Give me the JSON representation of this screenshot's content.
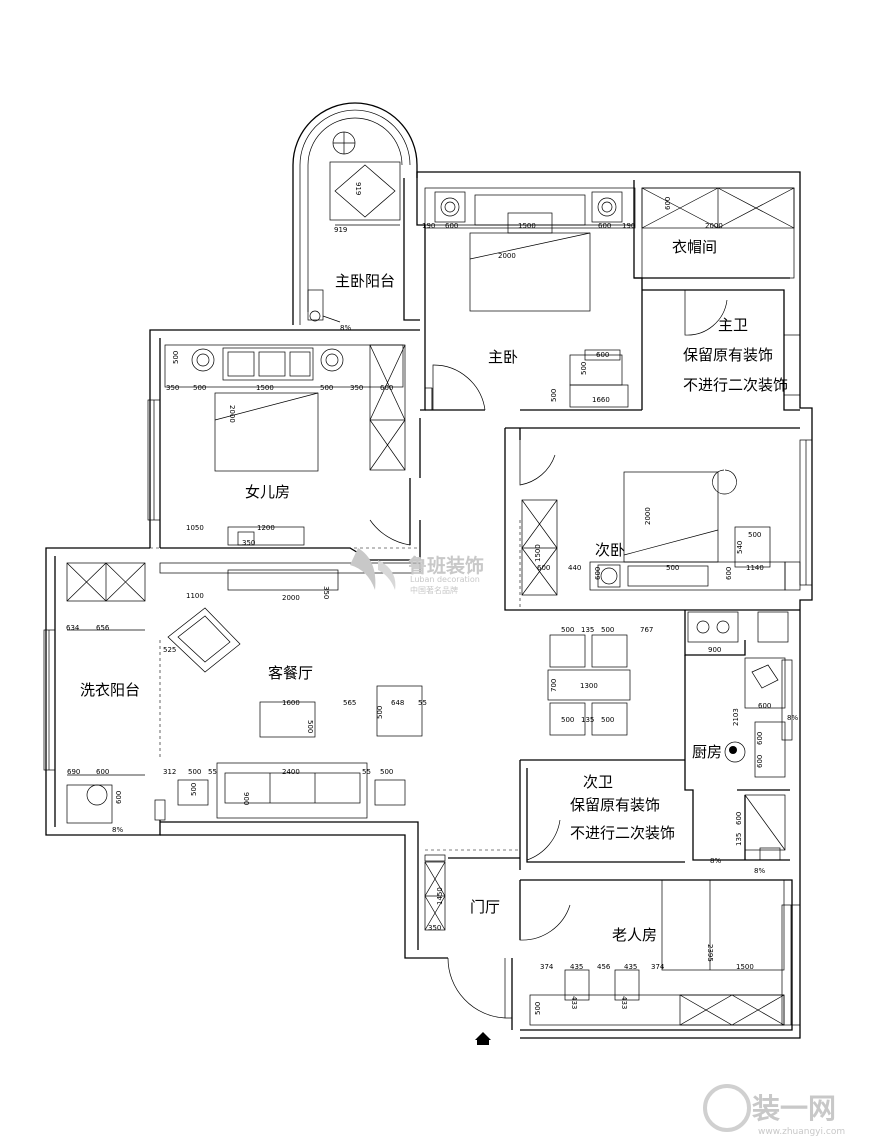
{
  "rooms": {
    "master_balcony": "主卧阳台",
    "master_bedroom": "主卧",
    "cloakroom": "衣帽间",
    "master_bath": [
      "主卫",
      "保留原有装饰",
      "不进行二次装饰"
    ],
    "daughter_room": "女儿房",
    "second_bedroom": "次卧",
    "living_dining": "客餐厅",
    "laundry_balcony": "洗衣阳台",
    "kitchen": "厨房",
    "second_bath": [
      "次卫",
      "保留原有装饰",
      "不进行二次装饰"
    ],
    "foyer": "门厅",
    "elder_room": "老人房"
  },
  "dimensions": {
    "balcony_919a": "919",
    "balcony_919b": "919",
    "mb_190a": "190",
    "mb_600a": "600",
    "mb_1500": "1500",
    "mb_600b": "600",
    "mb_190b": "190",
    "mb_2000v": "2000",
    "mb_desk_600": "600",
    "mb_desk_500": "500",
    "mb_500": "500",
    "mb_1660": "1660",
    "cloak_600": "600",
    "cloak_2000": "2000",
    "dr_500v": "500",
    "dr_350a": "350",
    "dr_500a": "500",
    "dr_1500": "1500",
    "dr_500b": "500",
    "dr_350b": "350",
    "dr_600": "600",
    "dr_2000v": "2000",
    "dr_1050": "1050",
    "dr_1200": "1200",
    "dr_350c": "350",
    "sb_1500v": "1500",
    "sb_600a": "600",
    "sb_440": "440",
    "sb_600b": "600",
    "sb_500": "500",
    "sb_600c": "600",
    "sb_1140": "1140",
    "sb_2000v": "2000",
    "sb_540": "540",
    "sb_500b": "500",
    "lr_1100": "1100",
    "lr_2000": "2000",
    "lr_350": "350",
    "lr_1600": "1600",
    "lr_500": "500",
    "lr_565": "565",
    "lr_500b": "500",
    "lr_648": "648",
    "lr_55": "55",
    "lr_312": "312",
    "lr_500c": "500",
    "lr_55b": "55",
    "lr_2400": "2400",
    "lr_900": "900",
    "lr_55c": "55",
    "lr_500d": "500",
    "lr_500v": "500",
    "lr_525": "525",
    "la_634": "634",
    "la_656": "656",
    "la_690": "690",
    "la_600": "600",
    "la_600v": "600",
    "la_pct": "8%",
    "din_500a": "500",
    "din_135a": "135",
    "din_500b": "500",
    "din_767": "767",
    "din_700": "700",
    "din_1300": "1300",
    "din_500c": "500",
    "din_135b": "135",
    "din_500d": "500",
    "k_900": "900",
    "k_600": "600",
    "k_2103": "2103",
    "k_600b": "600",
    "k_600c": "600",
    "k_135": "135",
    "k_pct": "8%",
    "k_pct2": "8%",
    "k_pct3": "8%",
    "k_600d": "600",
    "f_1450": "1450",
    "f_350": "350",
    "e_374a": "374",
    "e_435a": "435",
    "e_456": "456",
    "e_435b": "435",
    "e_374b": "374",
    "e_1500": "1500",
    "e_2395": "2395",
    "e_433a": "433",
    "e_433b": "433",
    "e_500": "500",
    "bal_pct": "8%"
  },
  "watermark": {
    "brand": "鲁班装饰",
    "brand_en": "Luban decoration",
    "tagline": "中国著名品牌",
    "site": "装一网",
    "site_en": "www.zhuangyi.com"
  },
  "colors": {
    "line": "#000000",
    "watermark": "#c8c8c8",
    "background": "#ffffff"
  }
}
